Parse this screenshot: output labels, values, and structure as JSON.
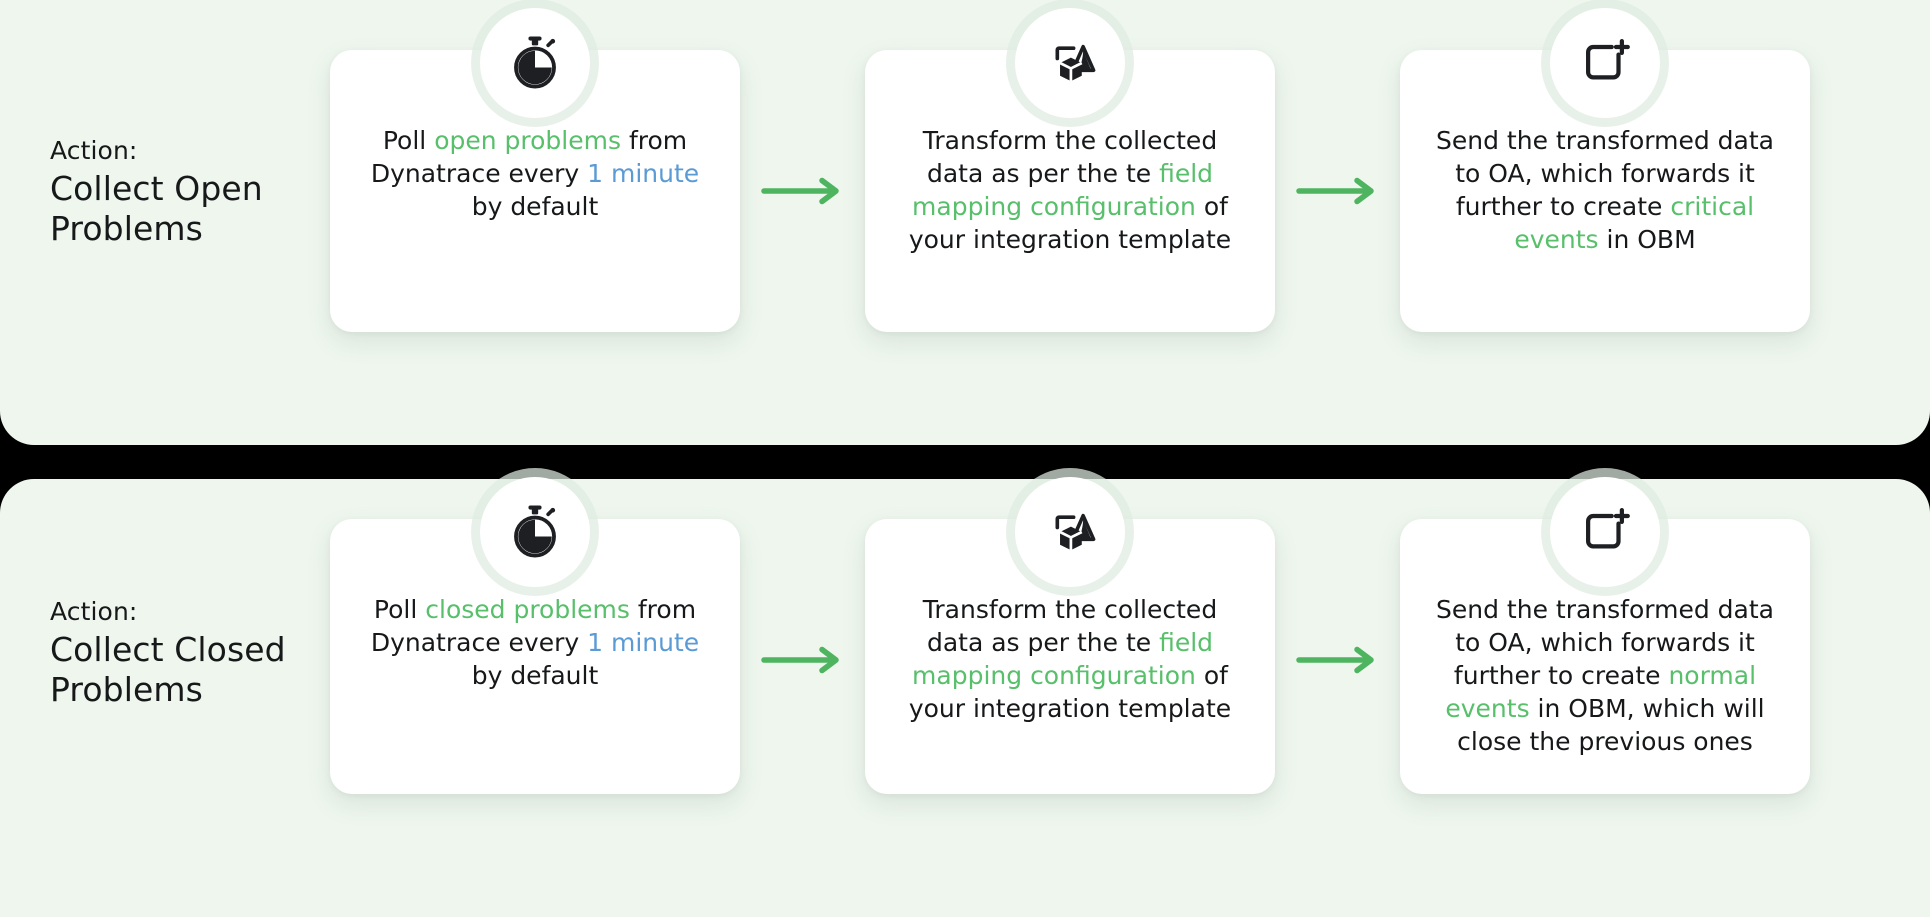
{
  "theme": {
    "page_background": "#000000",
    "panel_background": "#eef6ee",
    "card_background": "#ffffff",
    "text_color": "#16181a",
    "accent_green": "#58bf6b",
    "accent_blue": "#5b9bd5",
    "arrow_color": "#4eb45f"
  },
  "rows": [
    {
      "id": "collect-open-problems",
      "action_kicker": "Action:",
      "action_title": "Collect Open Problems",
      "steps": [
        {
          "icon": "stopwatch-icon",
          "text_plain": "Poll open problems from Dynatrace every 1 minute by default",
          "segments": [
            {
              "text": "Poll ",
              "style": "plain"
            },
            {
              "text": "open problems",
              "style": "green"
            },
            {
              "text": " from Dynatrace every ",
              "style": "plain"
            },
            {
              "text": "1 minute",
              "style": "blue"
            },
            {
              "text": " by default",
              "style": "plain"
            }
          ]
        },
        {
          "icon": "transform-shapes-icon",
          "text_plain": "Transform the collected data as per the te field mapping configuration of your integration template",
          "segments": [
            {
              "text": "Transform the collected data as per the te ",
              "style": "plain"
            },
            {
              "text": "field mapping configuration",
              "style": "green"
            },
            {
              "text": " of your integration template",
              "style": "plain"
            }
          ]
        },
        {
          "icon": "add-square-icon",
          "text_plain": "Send the transformed data to OA, which forwards it further to create critical events in OBM",
          "segments": [
            {
              "text": "Send the transformed data to OA, which forwards it further to create ",
              "style": "plain"
            },
            {
              "text": "critical events",
              "style": "green"
            },
            {
              "text": " in OBM",
              "style": "plain"
            }
          ]
        }
      ],
      "arrows": [
        "arrow-right-icon",
        "arrow-right-icon"
      ]
    },
    {
      "id": "collect-closed-problems",
      "action_kicker": "Action:",
      "action_title": "Collect Closed Problems",
      "steps": [
        {
          "icon": "stopwatch-icon",
          "text_plain": "Poll closed problems from Dynatrace every 1 minute by default",
          "segments": [
            {
              "text": "Poll ",
              "style": "plain"
            },
            {
              "text": "closed problems",
              "style": "green"
            },
            {
              "text": " from Dynatrace every ",
              "style": "plain"
            },
            {
              "text": "1 minute",
              "style": "blue"
            },
            {
              "text": " by default",
              "style": "plain"
            }
          ]
        },
        {
          "icon": "transform-shapes-icon",
          "text_plain": "Transform the collected data as per the te field mapping configuration of your integration template",
          "segments": [
            {
              "text": "Transform the collected data as per the te ",
              "style": "plain"
            },
            {
              "text": "field mapping configuration",
              "style": "green"
            },
            {
              "text": " of your integration template",
              "style": "plain"
            }
          ]
        },
        {
          "icon": "add-square-icon",
          "text_plain": "Send the transformed data to OA, which forwards it further to create normal events in OBM, which will close the previous ones",
          "segments": [
            {
              "text": "Send the transformed data to OA, which forwards it further to create ",
              "style": "plain"
            },
            {
              "text": "normal events",
              "style": "green"
            },
            {
              "text": " in OBM, which will close the previous ones",
              "style": "plain"
            }
          ]
        }
      ],
      "arrows": [
        "arrow-right-icon",
        "arrow-right-icon"
      ]
    }
  ]
}
